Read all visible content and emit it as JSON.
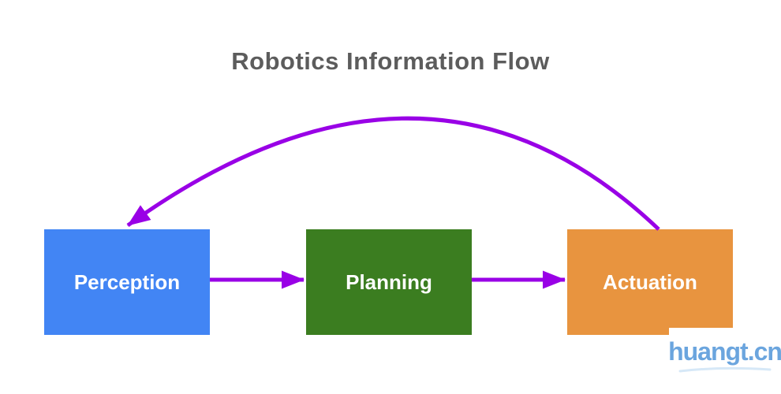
{
  "title": "Robotics Information Flow",
  "nodes": [
    {
      "id": "perception",
      "label": "Perception",
      "color": "#4285f4"
    },
    {
      "id": "planning",
      "label": "Planning",
      "color": "#3b7d20"
    },
    {
      "id": "actuation",
      "label": "Actuation",
      "color": "#e8943f"
    }
  ],
  "edges": [
    {
      "from": "Perception",
      "to": "Planning",
      "style": "straight"
    },
    {
      "from": "Planning",
      "to": "Actuation",
      "style": "straight"
    },
    {
      "from": "Actuation",
      "to": "Perception",
      "style": "curved-feedback"
    }
  ],
  "colors": {
    "arrow": "#9900e6",
    "title_text": "#5c5c5c",
    "node_text": "#ffffff",
    "watermark_text": "#6ba5de",
    "watermark_swoosh": "#d6e8f7"
  },
  "watermark": {
    "text": "huangt.cn"
  }
}
